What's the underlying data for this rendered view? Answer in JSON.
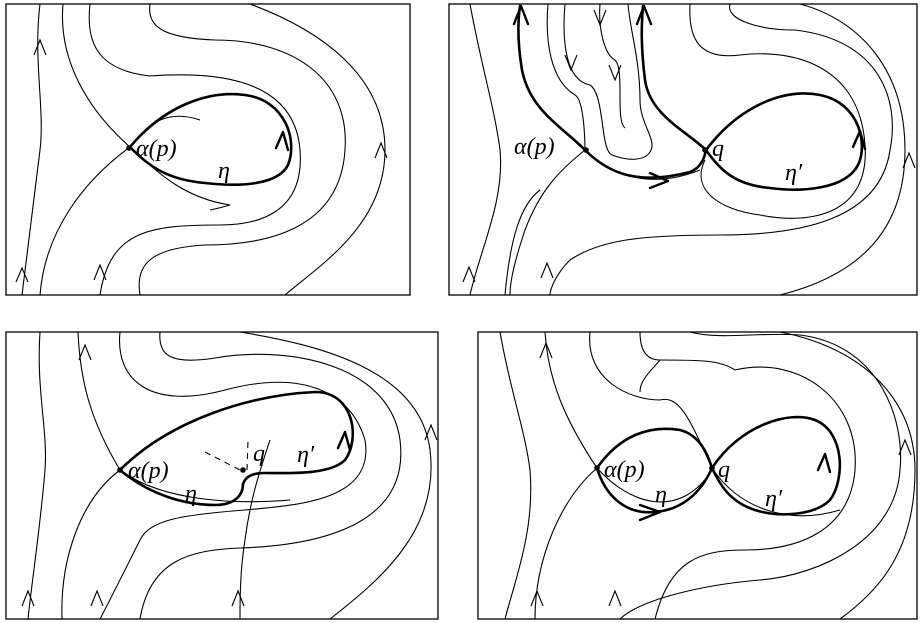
{
  "panels": [
    {
      "id": "top-left",
      "labels": {
        "fixed_point": "α(p)",
        "orbit": "η"
      }
    },
    {
      "id": "top-right",
      "labels": {
        "fixed_point": "α(p)",
        "saddle": "q",
        "orbit": "η′"
      }
    },
    {
      "id": "bottom-left",
      "labels": {
        "fixed_point": "α(p)",
        "orbit": "η",
        "saddle": "q",
        "orbit_prime": "η′"
      }
    },
    {
      "id": "bottom-right",
      "labels": {
        "fixed_point": "α(p)",
        "saddle": "q",
        "orbit": "η",
        "orbit_prime": "η′"
      }
    }
  ]
}
